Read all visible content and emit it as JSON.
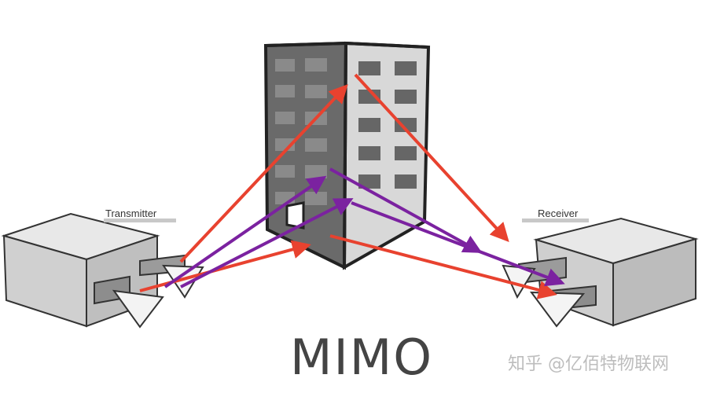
{
  "diagram": {
    "title": "MIMO",
    "transmitter_label": "Transmitter",
    "receiver_label": "Receiver",
    "watermark": "知乎 @亿佰特物联网",
    "colors": {
      "red_path": "#e8422f",
      "purple_path": "#7b22a0",
      "building_dark": "#555555",
      "building_light": "#d9d9d9",
      "window": "#666666",
      "box_top": "#e6e6e6",
      "box_front": "#d2d2d2",
      "box_side": "#bdbdbd"
    },
    "icons": [
      "building-icon",
      "transmitter-box-icon",
      "receiver-box-icon",
      "antenna-icon"
    ]
  }
}
